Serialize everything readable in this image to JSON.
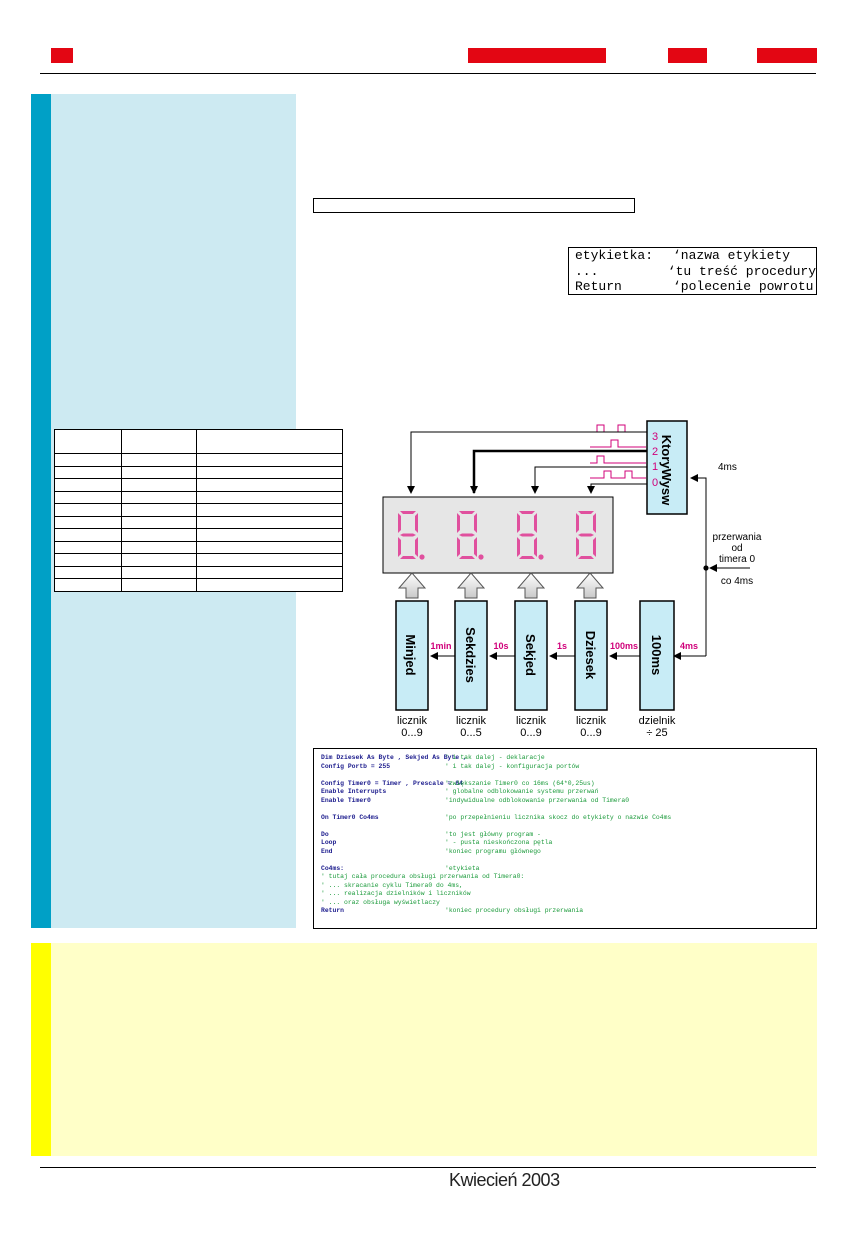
{
  "code_box": {
    "rows": [
      {
        "a": "etykietka:",
        "b": "‘nazwa etykiety"
      },
      {
        "a": "...",
        "b": "‘tu treść procedury"
      },
      {
        "a": "Return",
        "b": "‘polecenie powrotu"
      }
    ]
  },
  "diagram": {
    "selector": {
      "label": "KtoryWysw",
      "inputs": [
        "3",
        "2",
        "1",
        "0"
      ]
    },
    "tick_4ms": "4ms",
    "interrupt_label": [
      "przerwania",
      "od",
      "timera 0"
    ],
    "every_4ms": "co 4ms",
    "counters": [
      {
        "name": "Minjed",
        "caption1": "licznik",
        "caption2": "0...9",
        "out": "1min"
      },
      {
        "name": "Sekdzies",
        "caption1": "licznik",
        "caption2": "0...5",
        "out": "10s"
      },
      {
        "name": "Sekjed",
        "caption1": "licznik",
        "caption2": "0...9",
        "out": "1s"
      },
      {
        "name": "Dziesek",
        "caption1": "licznik",
        "caption2": "0...9",
        "out": "100ms"
      },
      {
        "name": "100ms",
        "caption1": "dzielnik",
        "caption2": "÷ 25",
        "out": "4ms"
      }
    ],
    "colors": {
      "counter_fill": "#c8ecf6",
      "segment": "#e0509e",
      "accent": "#e30613",
      "label_magenta": "#d0007a"
    }
  },
  "listing": {
    "rows": [
      {
        "code": "Dim Dziesek As Byte , Sekjed As Byte ,",
        "comment": "' i tak dalej - deklaracje"
      },
      {
        "code": "Config Portb = 255",
        "comment": "' i tak dalej - konfiguracja portów"
      },
      {
        "code": "",
        "comment": ""
      },
      {
        "code": "Config Timer0 = Timer , Prescale = 64",
        "comment": "'zwiększanie Timer0 co 16ms (64*0,25us)"
      },
      {
        "code": "Enable Interrupts",
        "comment": "' globalne odblokowanie systemu przerwań"
      },
      {
        "code": "Enable Timer0",
        "comment": "'indywidualne odblokowanie przerwania od Timera0"
      },
      {
        "code": "",
        "comment": ""
      },
      {
        "code": "On Timer0 Co4ms",
        "comment": "'po przepełnieniu licznika skocz do etykiety o nazwie Co4ms"
      },
      {
        "code": "",
        "comment": ""
      },
      {
        "code": "Do",
        "comment": "'to jest główny program -"
      },
      {
        "code": "Loop",
        "comment": "' - pusta nieskończona pętla"
      },
      {
        "code": "End",
        "comment": "'koniec programu głównego"
      },
      {
        "code": "",
        "comment": ""
      },
      {
        "code": "Co4ms:",
        "comment": "'etykieta"
      },
      {
        "code": "",
        "comment": "' tutaj cała procedura obsługi przerwania od Timera0:"
      },
      {
        "code": "",
        "comment": "' ... skracanie cyklu Timera0 do 4ms,"
      },
      {
        "code": "",
        "comment": "' ... realizacja dzielników i liczników"
      },
      {
        "code": "",
        "comment": "' ... oraz obsługa wyświetlaczy"
      },
      {
        "code": "Return",
        "comment": "'koniec procedury obsługi przerwania"
      }
    ]
  },
  "footer": {
    "date": "Kwiecień 2003"
  }
}
